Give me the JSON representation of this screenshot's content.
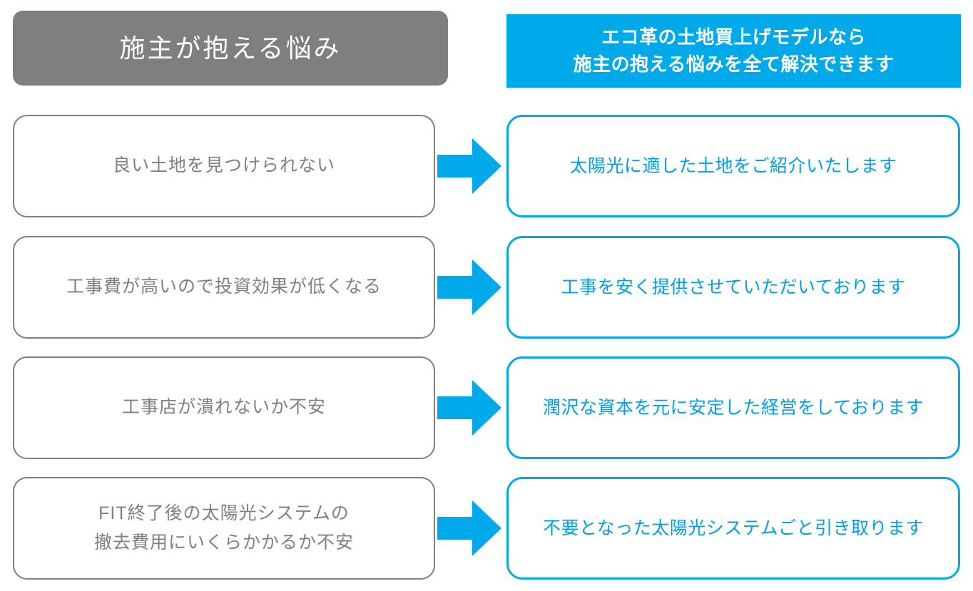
{
  "headers": {
    "left": {
      "title": "施主が抱える悩み",
      "bg_color": "#7f7f7f",
      "text_color": "#ffffff"
    },
    "right": {
      "line1": "エコ革の土地買上げモデルなら",
      "line2": "施主の抱える悩みを全て解決できます",
      "bg_color": "#00a9e9",
      "text_color": "#ffffff"
    }
  },
  "colors": {
    "accent_blue": "#00a9e9",
    "text_blue": "#00a0e9",
    "gray": "#808080",
    "header_gray": "#7f7f7f",
    "white": "#ffffff"
  },
  "rows": [
    {
      "problem": {
        "line1": "良い土地を見つけられない",
        "line2": ""
      },
      "arrow": "arrow-right-icon",
      "solution": {
        "line1": "太陽光に適した土地をご紹介いたします",
        "line2": ""
      }
    },
    {
      "problem": {
        "line1": "工事費が高いので投資効果が低くなる",
        "line2": ""
      },
      "arrow": "arrow-right-icon",
      "solution": {
        "line1": "工事を安く提供させていただいております",
        "line2": ""
      }
    },
    {
      "problem": {
        "line1": "工事店が潰れないか不安",
        "line2": ""
      },
      "arrow": "arrow-right-icon",
      "solution": {
        "line1": "潤沢な資本を元に安定した経営をしております",
        "line2": ""
      }
    },
    {
      "problem": {
        "line1": "FIT終了後の太陽光システムの",
        "line2": "撤去費用にいくらかかるか不安"
      },
      "arrow": "arrow-right-icon",
      "solution": {
        "line1": "不要となった太陽光システムごと引き取ります",
        "line2": ""
      }
    }
  ]
}
